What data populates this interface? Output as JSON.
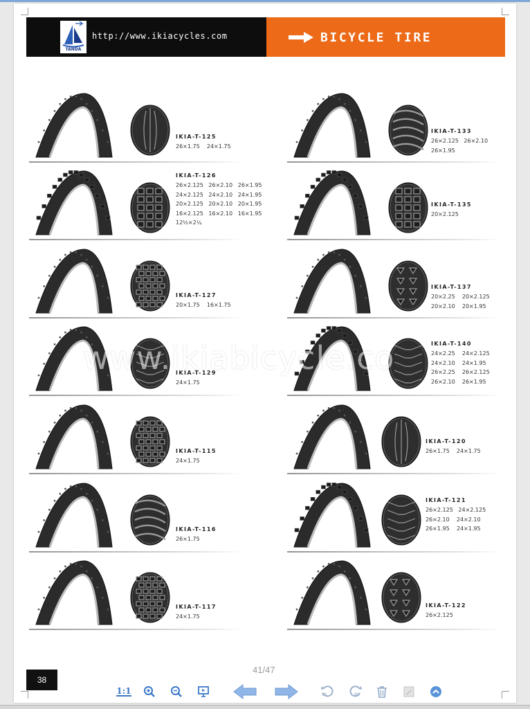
{
  "header": {
    "logo_text": "TANDA",
    "url": "http://www.ikiacycles.com",
    "title": "BICYCLE TIRE",
    "colors": {
      "black_bar": "#0d0d0d",
      "orange_bar": "#ec6a18"
    }
  },
  "watermark": "www.ikiabicycle.co",
  "products_left": [
    {
      "model": "IKIA-T-125",
      "sizes": "26×1.75    24×1.75",
      "pattern": "rib",
      "tread": "smooth"
    },
    {
      "model": "IKIA-T-126",
      "sizes": "26×2.125   26×2.10   26×1.95\n24×2.125   24×2.10   24×1.95\n20×2.125   20×2.10   20×1.95\n16×2.125   16×2.10   16×1.95\n12½×2¼",
      "pattern": "knob",
      "tread": "knobby"
    },
    {
      "model": "IKIA-T-127",
      "sizes": "20×1.75    16×1.75",
      "pattern": "block",
      "tread": "fine"
    },
    {
      "model": "IKIA-T-129",
      "sizes": "24×1.75",
      "pattern": "lug",
      "tread": "fine"
    },
    {
      "model": "IKIA-T-115",
      "sizes": "24×1.75",
      "pattern": "block",
      "tread": "fine"
    },
    {
      "model": "IKIA-T-116",
      "sizes": "26×1.75",
      "pattern": "wave",
      "tread": "smooth"
    },
    {
      "model": "IKIA-T-117",
      "sizes": "24×1.75",
      "pattern": "block",
      "tread": "fine"
    }
  ],
  "products_right": [
    {
      "model": "IKIA-T-133",
      "sizes": "26×2.125   26×2.10\n26×1.95",
      "pattern": "wave",
      "tread": "smooth"
    },
    {
      "model": "IKIA-T-135",
      "sizes": "20×2.125",
      "pattern": "knob",
      "tread": "knobby"
    },
    {
      "model": "IKIA-T-137",
      "sizes": "20×2.25    20×2.125\n20×2.10    20×1.95",
      "pattern": "tri",
      "tread": "fine"
    },
    {
      "model": "IKIA-T-140",
      "sizes": "24×2.25    24×2.125\n24×2.10    24×1.95\n26×2.25    26×2.125\n26×2.10    26×1.95",
      "pattern": "lug",
      "tread": "knobby"
    },
    {
      "model": "IKIA-T-120",
      "sizes": "26×1.75    24×1.75",
      "pattern": "rib",
      "tread": "smooth"
    },
    {
      "model": "IKIA-T-121",
      "sizes": "26×2.125   24×2.125\n26×2.10    24×2.10\n26×1.95    24×1.95",
      "pattern": "lug",
      "tread": "knobby"
    },
    {
      "model": "IKIA-T-122",
      "sizes": "26×2.125",
      "pattern": "tri",
      "tread": "fine"
    }
  ],
  "footer": {
    "page_number": "38",
    "page_indicator": "41/47"
  },
  "toolbar": [
    {
      "name": "actual-size-button",
      "icon": "actual-size-icon",
      "label": "1:1"
    },
    {
      "name": "zoom-in-button",
      "icon": "zoom-in-icon"
    },
    {
      "name": "zoom-out-button",
      "icon": "zoom-out-icon"
    },
    {
      "name": "slideshow-button",
      "icon": "presentation-icon"
    },
    {
      "name": "previous-page-button",
      "icon": "arrow-left-icon"
    },
    {
      "name": "next-page-button",
      "icon": "arrow-right-icon"
    },
    {
      "name": "rotate-left-button",
      "icon": "rotate-left-icon",
      "label": "90"
    },
    {
      "name": "rotate-right-button",
      "icon": "rotate-right-icon",
      "label": "90"
    },
    {
      "name": "delete-button",
      "icon": "trash-icon"
    },
    {
      "name": "edit-button",
      "icon": "edit-icon"
    },
    {
      "name": "scroll-top-button",
      "icon": "chevron-up-circle-icon"
    }
  ]
}
